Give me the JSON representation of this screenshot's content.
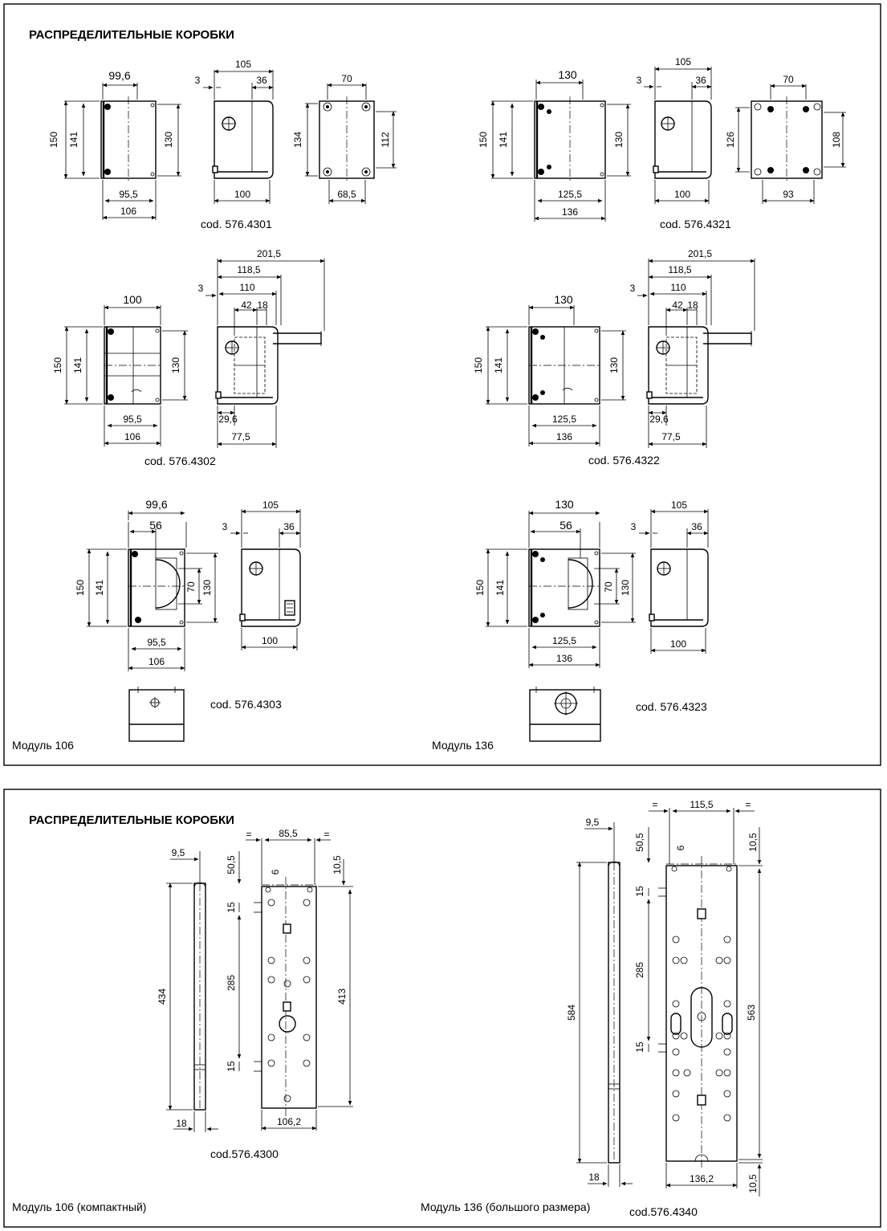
{
  "panels": [
    {
      "title": "РАСПРЕДЕЛИТЕЛЬНЫЕ КОРОБКИ",
      "modules": [
        "Модуль 106",
        "Модуль 136"
      ],
      "codes": [
        "cod. 576.4301",
        "cod. 576.4321",
        "cod. 576.4302",
        "cod. 576.4322",
        "cod. 576.4303",
        "cod. 576.4323"
      ]
    },
    {
      "title": "РАСПРЕДЕЛИТЕЛЬНЫЕ КОРОБКИ",
      "modules": [
        "Модуль 106 (компактный)",
        "Модуль 136 (большого размера)"
      ],
      "codes": [
        "cod.576.4300",
        "cod.576.4340"
      ]
    }
  ],
  "dimensions": {
    "r1a": [
      "99,6",
      "150",
      "141",
      "130",
      "95,5",
      "106"
    ],
    "r1b": [
      "105",
      "3",
      "36",
      "100"
    ],
    "r1c": [
      "70",
      "134",
      "112",
      "68,5"
    ],
    "r1d": [
      "130",
      "150",
      "141",
      "130",
      "125,5",
      "136"
    ],
    "r1e": [
      "105",
      "3",
      "36",
      "100"
    ],
    "r1f": [
      "70",
      "126",
      "108",
      "93"
    ],
    "r2a": [
      "100",
      "150",
      "141",
      "130",
      "95,5",
      "106"
    ],
    "r2b": [
      "201,5",
      "118,5",
      "3",
      "110",
      "42",
      "18",
      "29,6",
      "77,5"
    ],
    "r2c": [
      "130",
      "150",
      "141",
      "130",
      "125,5",
      "136"
    ],
    "r2d": [
      "201,5",
      "118,5",
      "3",
      "110",
      "42",
      "18",
      "29,6",
      "77,5"
    ],
    "r3a": [
      "99,6",
      "56",
      "150",
      "141",
      "70",
      "130",
      "95,5",
      "106"
    ],
    "r3b": [
      "105",
      "3",
      "36",
      "100"
    ],
    "r3c": [
      "130",
      "56",
      "150",
      "141",
      "70",
      "130",
      "125,5",
      "136"
    ],
    "r3d": [
      "105",
      "3",
      "36",
      "100"
    ],
    "c1": [
      "9,5",
      "434",
      "18"
    ],
    "c2": [
      "=",
      "85,5",
      "=",
      "50,5",
      "6",
      "10,5",
      "15",
      "285",
      "413",
      "15",
      "106,2"
    ],
    "l1": [
      "9,5",
      "584",
      "18"
    ],
    "l2": [
      "=",
      "115,5",
      "=",
      "50,5",
      "6",
      "10,5",
      "15",
      "285",
      "563",
      "15",
      "136,2",
      "10,5"
    ]
  }
}
